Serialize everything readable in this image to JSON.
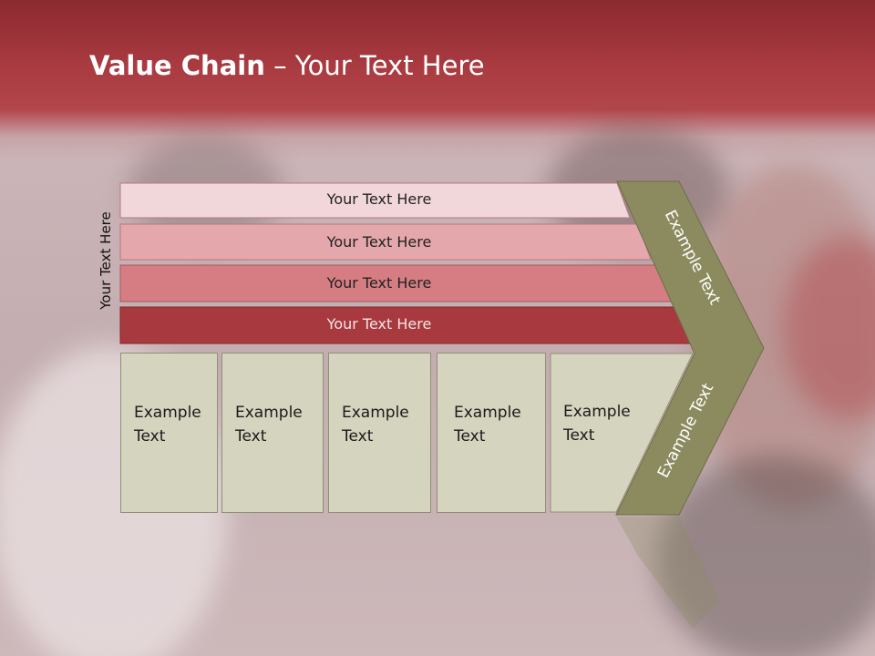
{
  "slide": {
    "title_bold": "Value Chain",
    "title_rest": " – Your Text Here",
    "side_label": "Your Text Here",
    "bars": [
      {
        "label": "Your Text Here"
      },
      {
        "label": "Your Text Here"
      },
      {
        "label": "Your Text Here"
      },
      {
        "label": "Your Text Here"
      }
    ],
    "boxes": [
      {
        "line1": "Example",
        "line2": "Text"
      },
      {
        "line1": "Example",
        "line2": "Text"
      },
      {
        "line1": "Example",
        "line2": "Text"
      },
      {
        "line1": "Example",
        "line2": "Text"
      },
      {
        "line1": "Example",
        "line2": "Text"
      }
    ],
    "arrow_top_label": "Example Text",
    "arrow_bottom_label": "Example Text"
  },
  "colors": {
    "header": "#a83a40",
    "bar1": "#f2d7da",
    "bar2": "#e4a7ab",
    "bar3": "#d57d82",
    "bar4": "#a8393f",
    "box": "#d4d4bf",
    "arrow": "#8c8b5f"
  }
}
